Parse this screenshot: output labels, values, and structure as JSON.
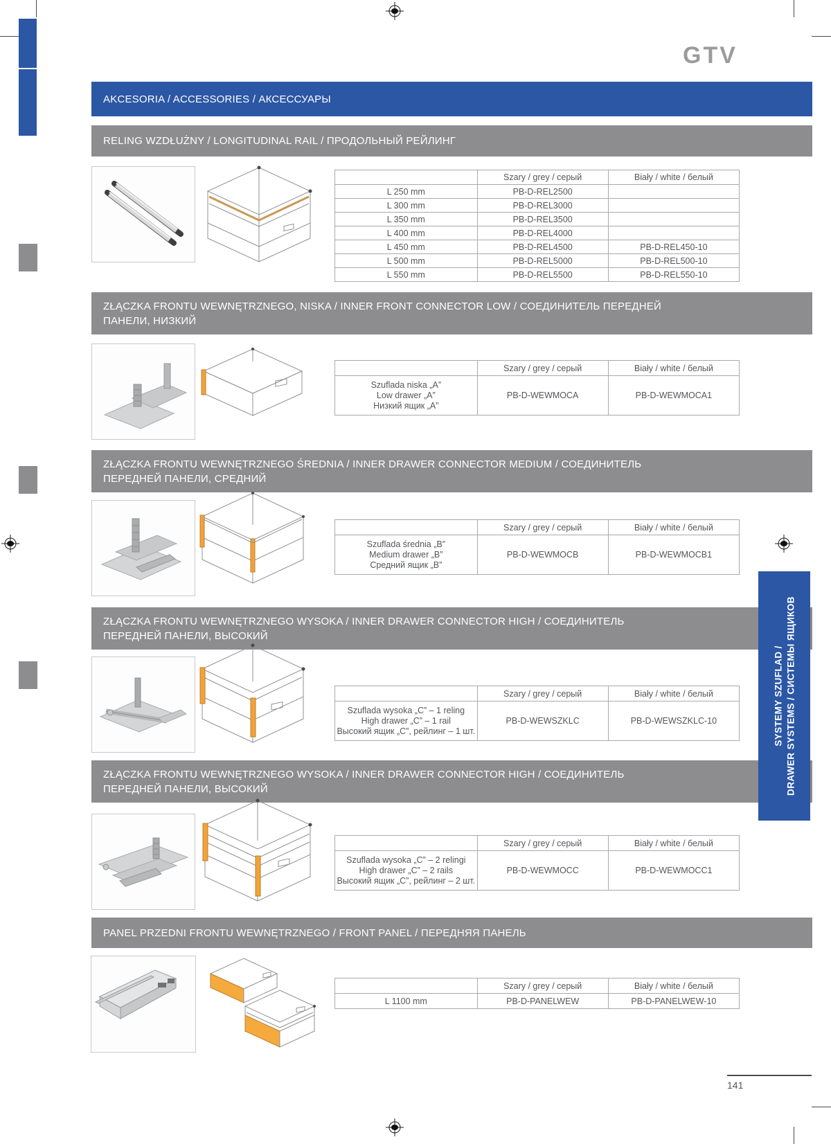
{
  "brand": {
    "logo_text": "GTV"
  },
  "page": {
    "number": "141"
  },
  "top_banner": {
    "label": "AKCESORIA / ACCESSORIES / АКСЕССУАРЫ"
  },
  "side_tab": {
    "line1": "SYSTEMY SZUFLAD /",
    "line2": "DRAWER SYSTEMS / СИСТЕМЫ ЯЩИКОВ"
  },
  "colors": {
    "accent_blue": "#2b57a5",
    "bar_gray": "#8d8d8f",
    "drawing_orange": "#f2a23c",
    "table_text": "#55565a"
  },
  "col_headers": {
    "grey": "Szary / grey / серый",
    "white": "Biały / white / белый"
  },
  "sections": [
    {
      "title_lines": [
        "RELING WZDŁUŻNY / LONGITUDINAL RAIL / ПРОДОЛЬНЫЙ РЕЙЛИНГ"
      ],
      "table": {
        "rows": [
          {
            "label": "L 250 mm",
            "grey": "PB-D-REL2500",
            "white": ""
          },
          {
            "label": "L 300 mm",
            "grey": "PB-D-REL3000",
            "white": ""
          },
          {
            "label": "L 350 mm",
            "grey": "PB-D-REL3500",
            "white": ""
          },
          {
            "label": "L 400 mm",
            "grey": "PB-D-REL4000",
            "white": ""
          },
          {
            "label": "L 450 mm",
            "grey": "PB-D-REL4500",
            "white": "PB-D-REL450-10"
          },
          {
            "label": "L 500 mm",
            "grey": "PB-D-REL5000",
            "white": "PB-D-REL500-10"
          },
          {
            "label": "L 550 mm",
            "grey": "PB-D-REL5500",
            "white": "PB-D-REL550-10"
          }
        ]
      }
    },
    {
      "title_lines": [
        "ZŁĄCZKA FRONTU WEWNĘTRZNEGO, NISKA / INNER FRONT CONNECTOR LOW / СОЕДИНИТЕЛЬ ПЕРЕДНЕЙ",
        "ПАНЕЛИ, НИЗКИЙ"
      ],
      "table": {
        "rows": [
          {
            "label_lines": [
              "Szuflada niska „A”",
              "Low drawer „A”",
              "Низкий ящик „A”"
            ],
            "grey": "PB-D-WEWMOCA",
            "white": "PB-D-WEWMOCA1"
          }
        ]
      }
    },
    {
      "title_lines": [
        "ZŁĄCZKA FRONTU WEWNĘTRZNEGO ŚREDNIA / INNER DRAWER CONNECTOR MEDIUM / СОЕДИНИТЕЛЬ",
        "ПЕРЕДНЕЙ ПАНЕЛИ, СРЕДНИЙ"
      ],
      "table": {
        "rows": [
          {
            "label_lines": [
              "Szuflada średnia „B”",
              "Medium drawer „B”",
              "Средний ящик „B”"
            ],
            "grey": "PB-D-WEWMOCB",
            "white": "PB-D-WEWMOCB1"
          }
        ]
      }
    },
    {
      "title_lines": [
        "ZŁĄCZKA FRONTU WEWNĘTRZNEGO WYSOKA / INNER DRAWER CONNECTOR HIGH / СОЕДИНИТЕЛЬ",
        "ПЕРЕДНЕЙ ПАНЕЛИ, ВЫСОКИЙ"
      ],
      "table": {
        "rows": [
          {
            "label_lines": [
              "Szuflada wysoka „C” – 1 reling",
              "High drawer „C” – 1 rail",
              "Высокий ящик „C”, рейлинг – 1 шт."
            ],
            "grey": "PB-D-WEWSZKLC",
            "white": "PB-D-WEWSZKLC-10"
          }
        ]
      }
    },
    {
      "title_lines": [
        "ZŁĄCZKA FRONTU WEWNĘTRZNEGO WYSOKA / INNER DRAWER CONNECTOR HIGH / СОЕДИНИТЕЛЬ",
        "ПЕРЕДНЕЙ ПАНЕЛИ, ВЫСОКИЙ"
      ],
      "table": {
        "rows": [
          {
            "label_lines": [
              "Szuflada wysoka „C” – 2 relingi",
              "High drawer „C” – 2 rails",
              "Высокий ящик „C”, рейлинг – 2 шт."
            ],
            "grey": "PB-D-WEWMOCC",
            "white": "PB-D-WEWMOCC1"
          }
        ]
      }
    },
    {
      "title_lines": [
        "PANEL PRZEDNI FRONTU WEWNĘTRZNEGO / FRONT PANEL / ПЕРЕДНЯЯ ПАНЕЛЬ"
      ],
      "table": {
        "rows": [
          {
            "label": "L 1100 mm",
            "grey": "PB-D-PANELWEW",
            "white": "PB-D-PANELWEW-10"
          }
        ]
      }
    }
  ]
}
